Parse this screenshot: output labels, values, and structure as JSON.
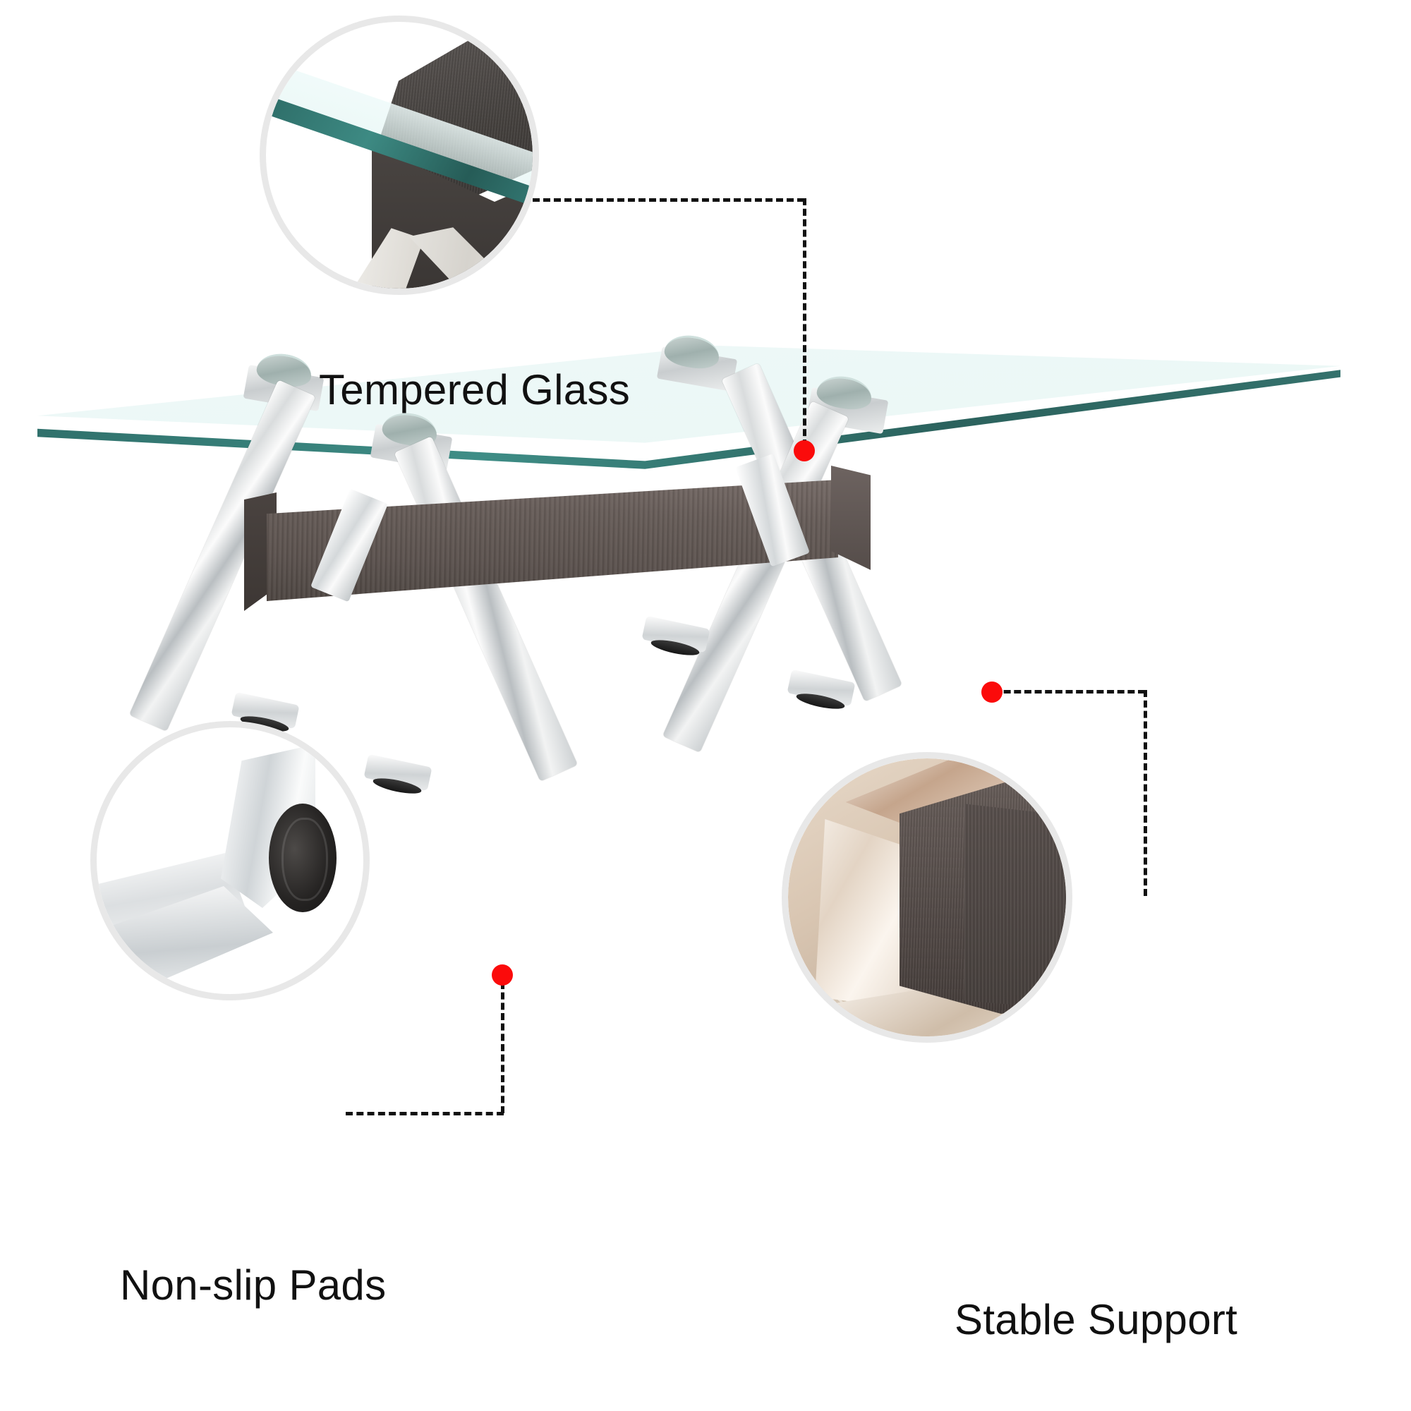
{
  "page": {
    "type": "product-feature-infographic",
    "subject": "Rectangular tempered glass coffee table with chrome X-legs and dark wood beam",
    "background_color": "#ffffff",
    "marker_color": "#fb0b0b",
    "leader_line_color": "#111111",
    "label_color": "#111111",
    "bubble_border_color": "#e8e8e8"
  },
  "callouts": [
    {
      "id": "tempered-glass",
      "label": "Tempered Glass",
      "label_position": "below-bubble",
      "bubble": "top-left",
      "detail": "Close-up of the rounded tempered glass tabletop corner with teal-green polished edge resting on the dark wood block",
      "marker_point": "glass tabletop surface",
      "colors": {
        "glass_edge": "#2f6f6a",
        "glass_face": "#eaf7f6",
        "wood": "#46423f",
        "chrome": "#eceae6"
      }
    },
    {
      "id": "non-slip-pads",
      "label": "Non-slip Pads",
      "label_position": "below-bubble",
      "bubble": "bottom-left",
      "detail": "Close-up of the polished chrome foot fitted with a black rubber non-slip pad",
      "marker_point": "chrome foot of front leg",
      "colors": {
        "chrome": "#dcdfe1",
        "rubber_pad": "#262423"
      }
    },
    {
      "id": "stable-support",
      "label": "Stable Support",
      "label_position": "below-bubble",
      "bubble": "bottom-right",
      "detail": "Close-up of the dark wood beam end cap locked into the mirror-polished chrome bracket",
      "marker_point": "right chrome clamp on wood beam",
      "colors": {
        "wood": "#554c49",
        "chrome": "#f3e7db",
        "warm_surround": "#d9c6b2"
      }
    }
  ],
  "product": {
    "tabletop": {
      "material": "Tempered Glass",
      "edge_color": "#2f6f6a",
      "face_color": "#eaf7f6"
    },
    "legs": {
      "material": "Polished Chrome",
      "shape": "X-frame",
      "color": "#dadee0",
      "count": 4
    },
    "beam": {
      "material": "Dark Grey Wood Grain",
      "color": "#5b524e"
    },
    "feet": {
      "material": "Chrome with rubber pad",
      "pad_color": "#161616"
    },
    "hardware": {
      "name": "bolt-cap",
      "color": "#9fb0ad",
      "count": 4
    }
  },
  "icons": {
    "marker": "red-dot-marker",
    "leader": "dashed-leader-line"
  }
}
